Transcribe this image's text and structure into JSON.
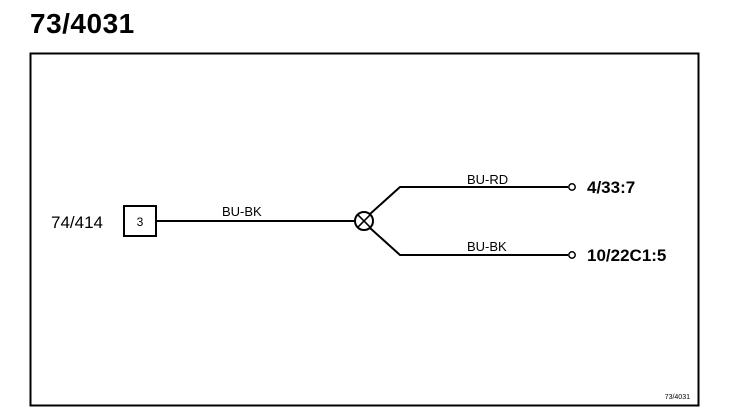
{
  "title": "73/4031",
  "diagram": {
    "source": {
      "id": "74/414",
      "pin": "3"
    },
    "wires": {
      "main": "BU-BK",
      "upper": "BU-RD",
      "lower": "BU-BK"
    },
    "destinations": {
      "upper": "4/33:7",
      "lower": "10/22C1:5"
    },
    "ref": "73/4031"
  }
}
